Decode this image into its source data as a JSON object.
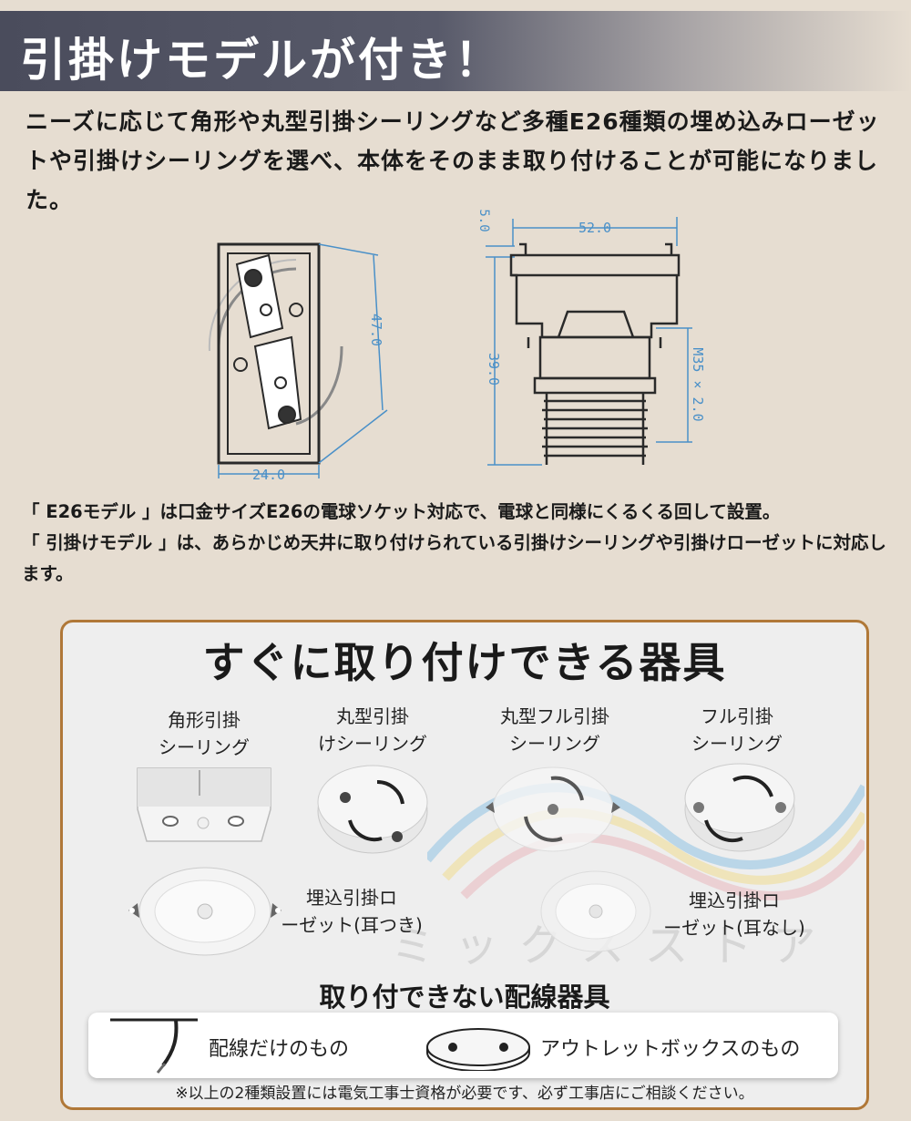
{
  "header": {
    "title": "引掛けモデルが付き！"
  },
  "intro": {
    "text": "ニーズに応じて角形や丸型引掛シーリングなど多種E26種類の埋め込みローゼットや引掛けシーリングを選べ、本体をそのまま取り付けることが可能になりました。"
  },
  "diagram": {
    "left": {
      "width_label": "24.0",
      "height_label": "47.0"
    },
    "right": {
      "width_label": "52.0",
      "top_label": "5.0",
      "height_label": "39.0",
      "thread_label": "M35 × 2.0"
    }
  },
  "description": {
    "text": "「 E26モデル 」は口金サイズE26の電球ソケット対応で、電球と同様にくるくる回して設置。\n「 引掛けモデル 」は、あらかじめ天井に取り付けられている引掛けシーリングや引掛けローゼットに対応します。"
  },
  "panel": {
    "title": "すぐに取り付けできる器具",
    "fixtures": [
      {
        "label": "角形引掛\nシーリング"
      },
      {
        "label": "丸型引掛\nけシーリング"
      },
      {
        "label": "丸型フル引掛\nシーリング"
      },
      {
        "label": "フル引掛\nシーリング"
      },
      {
        "label": "埋込引掛ロ\nーゼット(耳つき)"
      },
      {
        "label": "埋込引掛ロ\nーゼット(耳なし)"
      }
    ],
    "watermark": "ミックスストア",
    "cannot": {
      "title": "取り付できない配線器具",
      "items": [
        {
          "label": "配線だけのもの"
        },
        {
          "label": "アウトレットボックスのもの"
        }
      ]
    },
    "footnote": "※以上の2種類設置には電気工事士資格が必要です、必ず工事店にご相談ください。"
  }
}
